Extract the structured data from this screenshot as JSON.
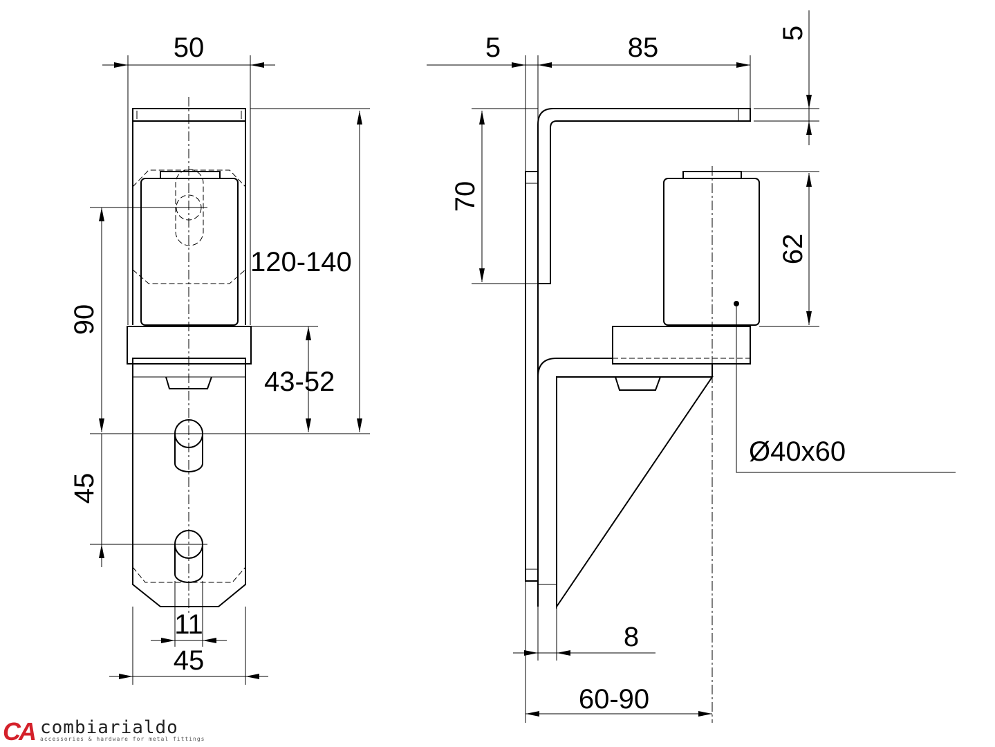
{
  "dimensions": {
    "front_width_top": "50",
    "front_height": "120-140",
    "front_hole_spacing_upper": "90",
    "front_collar_range": "43-52",
    "front_hole_spacing_lower": "45",
    "front_slot_width": "11",
    "front_width_bottom": "45",
    "side_plate_thickness": "5",
    "side_arm_length": "85",
    "side_top_thickness": "5",
    "side_arm_height": "70",
    "side_roller_height": "62",
    "side_roller_size": "Ø40x60",
    "side_bottom_thickness": "8",
    "side_offset_range": "60-90"
  },
  "logo": {
    "mark": "CA",
    "name": "combiarialdo",
    "tagline": "accessories & hardware for metal fittings"
  }
}
